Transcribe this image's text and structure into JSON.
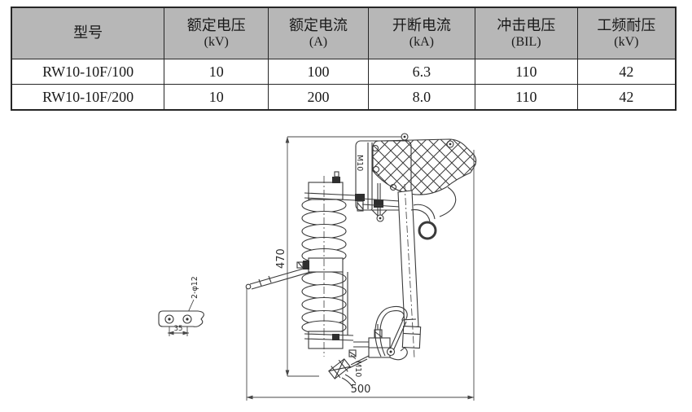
{
  "table": {
    "headers": [
      {
        "title": "型号",
        "unit": ""
      },
      {
        "title": "额定电压",
        "unit": "(kV)"
      },
      {
        "title": "额定电流",
        "unit": "(A)"
      },
      {
        "title": "开断电流",
        "unit": "(kA)"
      },
      {
        "title": "冲击电压",
        "unit": "(BIL)"
      },
      {
        "title": "工频耐压",
        "unit": "(kV)"
      }
    ],
    "rows": [
      {
        "model": "RW10-10F/100",
        "rated_voltage": "10",
        "rated_current": "100",
        "breaking_current": "6.3",
        "impulse_voltage": "110",
        "power_freq_withstand": "42"
      },
      {
        "model": "RW10-10F/200",
        "rated_voltage": "10",
        "rated_current": "200",
        "breaking_current": "8.0",
        "impulse_voltage": "110",
        "power_freq_withstand": "42"
      }
    ]
  },
  "diagram": {
    "labels": {
      "overall_height": "470",
      "overall_width": "500",
      "hole_pitch": "35",
      "mounting_holes": "2-φ12",
      "top_bolt": "M10",
      "bottom_bolt": "M10"
    }
  },
  "colors": {
    "header_bg": "#b7b7b7",
    "table_border": "#262626",
    "drawing_line": "#3a3a3a",
    "dimension_line": "#474747",
    "text": "#1a1a1a"
  }
}
